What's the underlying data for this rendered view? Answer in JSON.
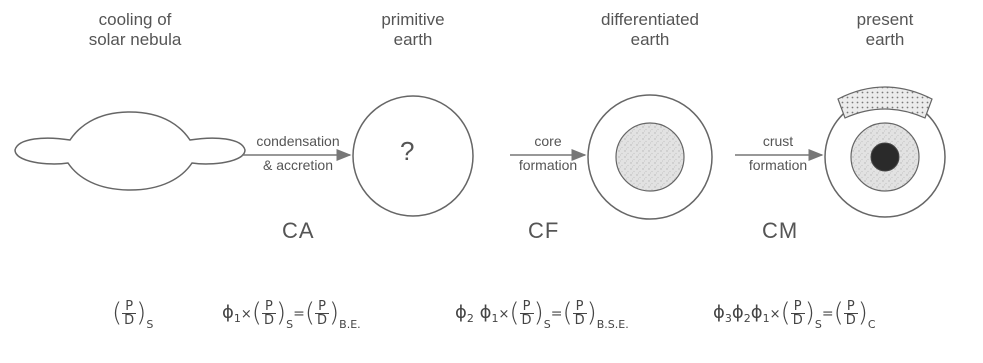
{
  "stages": [
    {
      "line1": "cooling of",
      "line2": "solar nebula"
    },
    {
      "line1": "primitive",
      "line2": "earth"
    },
    {
      "line1": "differentiated",
      "line2": "earth"
    },
    {
      "line1": "present",
      "line2": "earth"
    }
  ],
  "question_mark": "?",
  "arrows": [
    {
      "line1": "condensation",
      "line2": "& accretion",
      "code": "CA"
    },
    {
      "line1": "core",
      "line2": "formation",
      "code": "CF"
    },
    {
      "line1": "crust",
      "line2": "formation",
      "code": "CM"
    }
  ],
  "formulas": {
    "f0": {
      "frac_num": "P",
      "frac_den": "D",
      "sub": "S"
    },
    "f1": {
      "phi": "ϕ",
      "phi1_sub": "1",
      "times": "×",
      "frac_num": "P",
      "frac_den": "D",
      "sub_left": "S",
      "equals": "=",
      "sub_right": "B.E."
    },
    "f2": {
      "phi": "ϕ",
      "phi2_sub": "2",
      "phi1_sub": "1",
      "times": "×",
      "frac_num": "P",
      "frac_den": "D",
      "sub_left": "S",
      "equals": "=",
      "sub_right": "B.S.E."
    },
    "f3": {
      "phi": "ϕ",
      "phi3_sub": "3",
      "phi2_sub": "2",
      "phi1_sub": "1",
      "times": "×",
      "frac_num": "P",
      "frac_den": "D",
      "sub_left": "S",
      "equals": "=",
      "sub_right": "C"
    }
  }
}
